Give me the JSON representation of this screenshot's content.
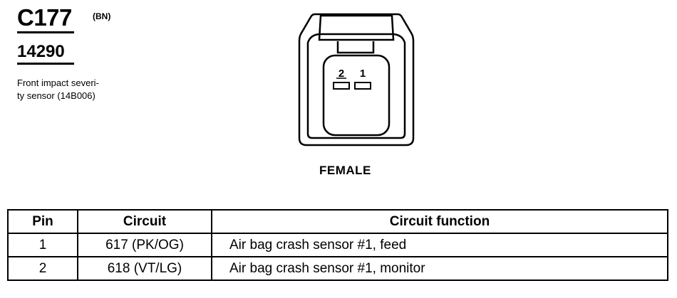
{
  "connector": {
    "id": "C177",
    "color_code": "(BN)",
    "part_number": "14290",
    "description_line1": "Front impact severi-",
    "description_line2": "ty sensor (14B006)"
  },
  "diagram": {
    "pin_labels": [
      "2",
      "1"
    ],
    "gender": "FEMALE"
  },
  "table": {
    "headers": [
      "Pin",
      "Circuit",
      "Circuit function"
    ],
    "rows": [
      {
        "pin": "1",
        "circuit": "617 (PK/OG)",
        "function": "Air bag crash sensor #1, feed"
      },
      {
        "pin": "2",
        "circuit": "618 (VT/LG)",
        "function": "Air bag crash sensor #1, monitor"
      }
    ]
  }
}
